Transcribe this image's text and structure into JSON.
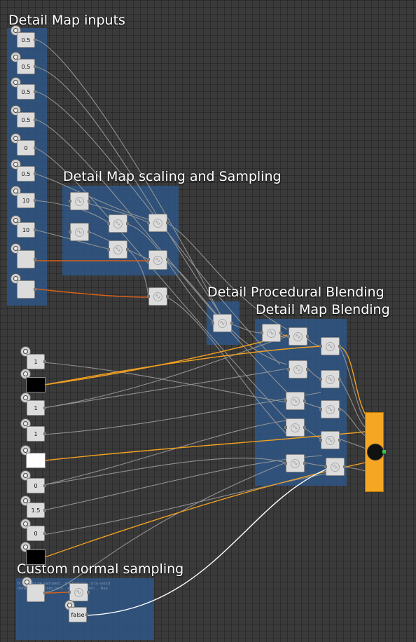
{
  "graph": {
    "frames": [
      {
        "id": "detail-map-inputs",
        "title": "Detail Map inputs"
      },
      {
        "id": "detail-map-scaling",
        "title": "Detail Map scaling and Sampling"
      },
      {
        "id": "detail-procedural",
        "title": "Detail Procedural  Blending"
      },
      {
        "id": "detail-map-blending",
        "title": "Detail Map Blending"
      },
      {
        "id": "custom-normal",
        "title": "Custom normal sampling"
      }
    ],
    "detail_inputs": [
      "0.5",
      "0.5",
      "0.5",
      "0.5",
      "0",
      "0.5",
      "10",
      "10",
      "",
      ""
    ],
    "lower_inputs": [
      "1",
      "",
      "1",
      "1",
      "",
      "0",
      "1.5",
      "0",
      ""
    ],
    "custom_note": "N... ...s to be sampled ...n a texture ...d to avoid default b... ...ically be s... world position ... Ray",
    "custom_bool": "false",
    "colors": {
      "frame": "#2e588c",
      "canvas": "#3a3a3a",
      "wire": "#9a9a9a",
      "wire_texture": "#f0a020",
      "wire_vector": "#d9601a",
      "wire_bool": "#ffffff",
      "output_node": "#f5a623"
    }
  }
}
